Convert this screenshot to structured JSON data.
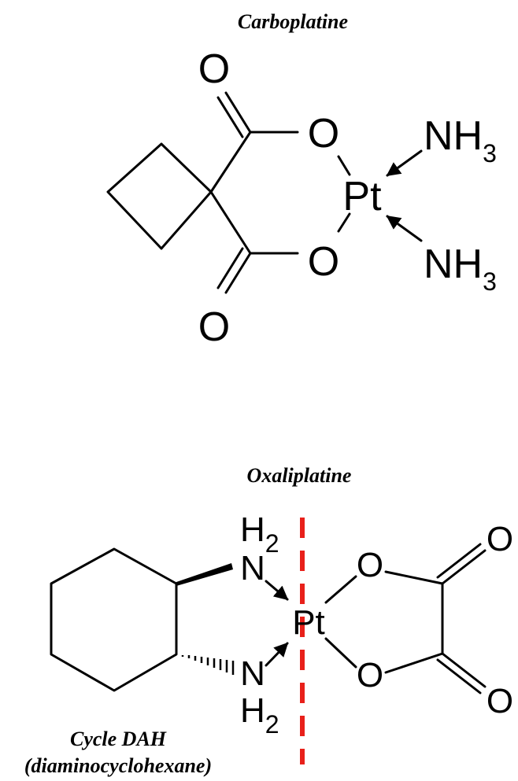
{
  "carboplatine": {
    "title": "Carboplatine",
    "atoms": {
      "o_carbonyl_top": "O",
      "o_ester_top": "O",
      "o_ester_bottom": "O",
      "o_carbonyl_bottom": "O",
      "platinum": "Pt",
      "nh3_top": "NH",
      "nh3_top_sub": "3",
      "nh3_bottom": "NH",
      "nh3_bottom_sub": "3"
    }
  },
  "oxaliplatine": {
    "title": "Oxaliplatine",
    "atoms": {
      "h2_top": "H",
      "h2_top_sub": "2",
      "n_top": "N",
      "platinum": "Pt",
      "n_bottom": "N",
      "h2_bottom": "H",
      "h2_bottom_sub": "2",
      "o_ring_top": "O",
      "o_ring_bottom": "O",
      "o_carbonyl_top": "O",
      "o_carbonyl_bottom": "O"
    },
    "annotation": {
      "line1": "Cycle DAH",
      "line2": "(diaminocyclohexane)"
    },
    "divider_color": "#e8201a"
  }
}
